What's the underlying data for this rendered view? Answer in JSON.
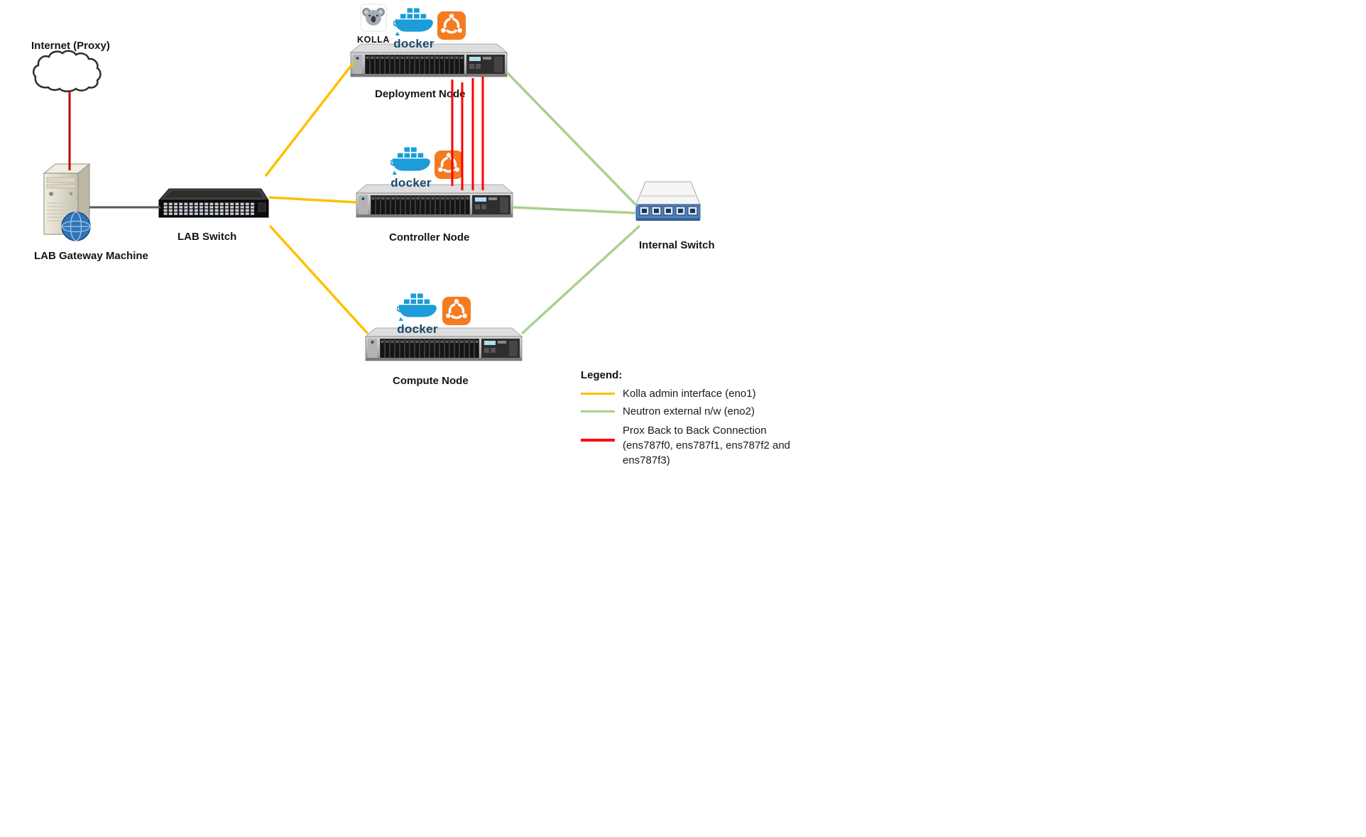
{
  "diagram": {
    "nodes": {
      "internet": {
        "label": "Internet (Proxy)"
      },
      "gateway": {
        "label": "LAB Gateway Machine"
      },
      "lab_switch": {
        "label": "LAB Switch"
      },
      "deployment_node": {
        "label": "Deployment Node"
      },
      "controller_node": {
        "label": "Controller Node"
      },
      "compute_node": {
        "label": "Compute Node"
      },
      "internal_switch": {
        "label": "Internal Switch"
      }
    },
    "badges": {
      "kolla": {
        "label": "KOLLA"
      },
      "docker": {
        "label": "docker"
      }
    },
    "icons": {
      "kolla": "koala-icon",
      "docker": "docker-whale-icon",
      "ubuntu": "ubuntu-icon",
      "internet": "cloud-icon"
    },
    "legend": {
      "title": "Legend:",
      "items": [
        {
          "label": "Kolla admin interface (eno1)",
          "color": "#FFC000"
        },
        {
          "label": "Neutron external n/w (eno2)",
          "color": "#A9D18E"
        },
        {
          "label": "Prox Back to Back Connection (ens787f0, ens787f1, ens787f2 and ens787f3)",
          "color": "#FF0000"
        }
      ]
    }
  },
  "colors": {
    "kolla-admin": "#FFC000",
    "neutron-external": "#A9D18E",
    "prox-b2b": "#FF0000",
    "internet-link": "#C00000",
    "gateway-link": "#595959",
    "ubuntu-orange": "#F47B20",
    "docker-blue": "#1C9CD8",
    "docker-navy": "#1A4A6E"
  }
}
